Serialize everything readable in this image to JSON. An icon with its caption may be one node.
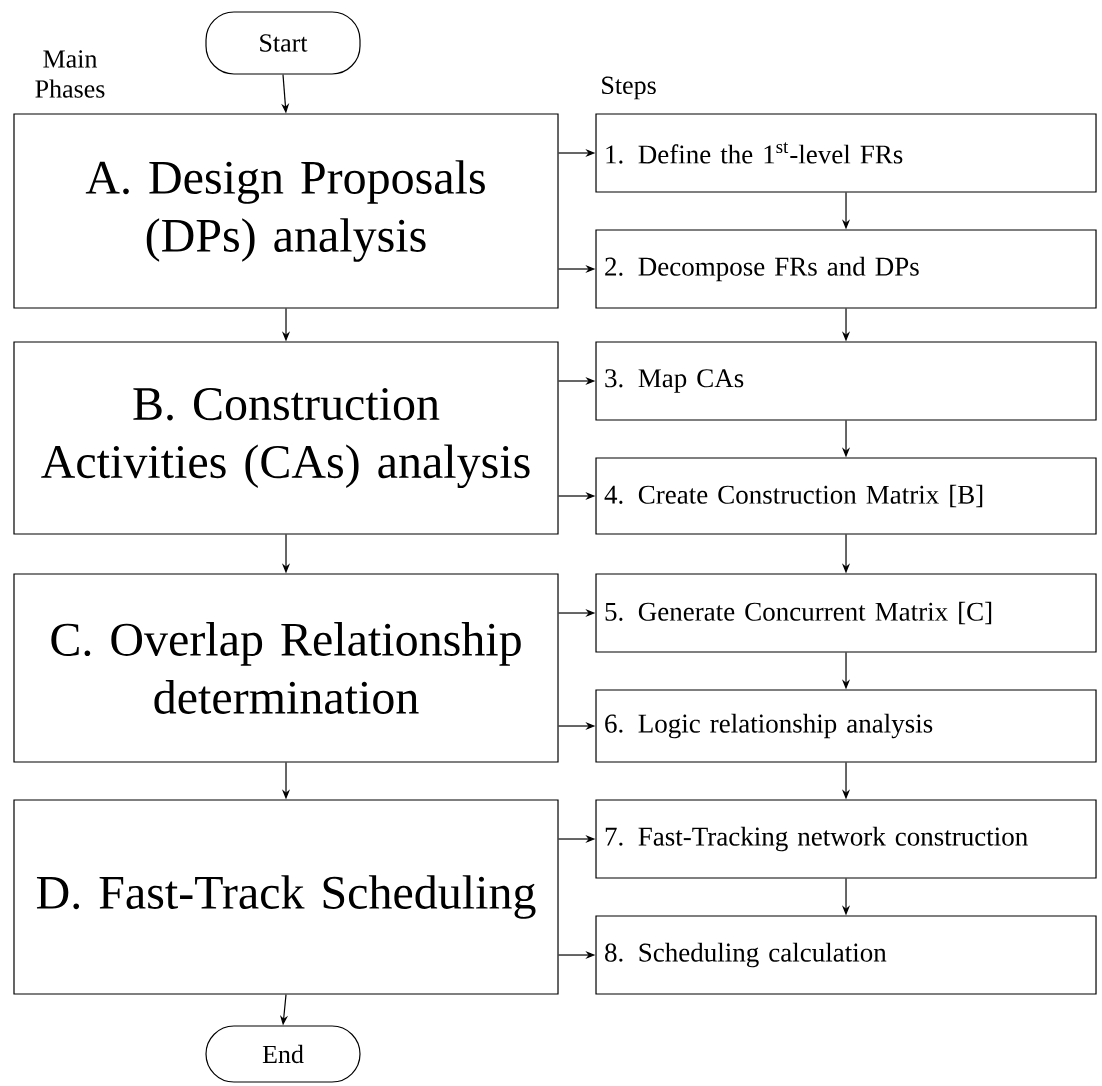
{
  "diagram": {
    "nodes": [
      {
        "text": [
          "Start"
        ]
      },
      {
        "text": [
          "A. Design Proposals (DPs) analysis"
        ]
      },
      {
        "text": [
          "1. Define the 1$^{st}$-level FRs"
        ]
      },
      {
        "text": [
          "2. Decompose FRs and DPs"
        ]
      },
      {
        "text": [
          "B. Construction Activities (CAs) analysis"
        ]
      },
      {
        "text": [
          "3. Map CAs"
        ]
      },
      {
        "text": [
          "4. Create Construction Matrix [B]"
        ]
      },
      {
        "text": [
          "C. Overlap Relationship determination"
        ]
      },
      {
        "text": [
          "5. Generate Concurrent Matrix [C]"
        ]
      },
      {
        "text": [
          "6. Logic relationship analysis"
        ]
      },
      {
        "text": [
          "D. Fast-Track Scheduling"
        ]
      },
      {
        "text": [
          "7. Fast-Tracking network construction"
        ]
      },
      {
        "text": [
          "8. Scheduling calculation"
        ]
      },
      {
        "text": [
          "End"
        ]
      }
    ],
    "edges": [
      {
        "from": 0,
        "to": 1,
        "arrow": "to"
      },
      {
        "from": 1,
        "to": 2,
        "arrow": "to"
      },
      {
        "from": 1,
        "to": 3,
        "arrow": "to"
      },
      {
        "from": 2,
        "to": 3,
        "arrow": "to"
      },
      {
        "from": 1,
        "to": 4,
        "arrow": "to"
      },
      {
        "from": 3,
        "to": 5,
        "arrow": "to"
      },
      {
        "from": 4,
        "to": 5,
        "arrow": "to"
      },
      {
        "from": 4,
        "to": 6,
        "arrow": "to"
      },
      {
        "from": 5,
        "to": 6,
        "arrow": "to"
      },
      {
        "from": 4,
        "to": 7,
        "arrow": "to"
      },
      {
        "from": 6,
        "to": 8,
        "arrow": "to"
      },
      {
        "from": 7,
        "to": 8,
        "arrow": "to"
      },
      {
        "from": 7,
        "to": 9,
        "arrow": "to"
      },
      {
        "from": 8,
        "to": 9,
        "arrow": "to"
      },
      {
        "from": 7,
        "to": 10,
        "arrow": "to"
      },
      {
        "from": 9,
        "to": 11,
        "arrow": "to"
      },
      {
        "from": 10,
        "to": 11,
        "arrow": "to"
      },
      {
        "from": 10,
        "to": 12,
        "arrow": "to"
      },
      {
        "from": 11,
        "to": 12,
        "arrow": "to"
      },
      {
        "from": 10,
        "to": 13,
        "arrow": "to"
      }
    ],
    "labels": [
      "Main Phases",
      "Steps"
    ]
  }
}
